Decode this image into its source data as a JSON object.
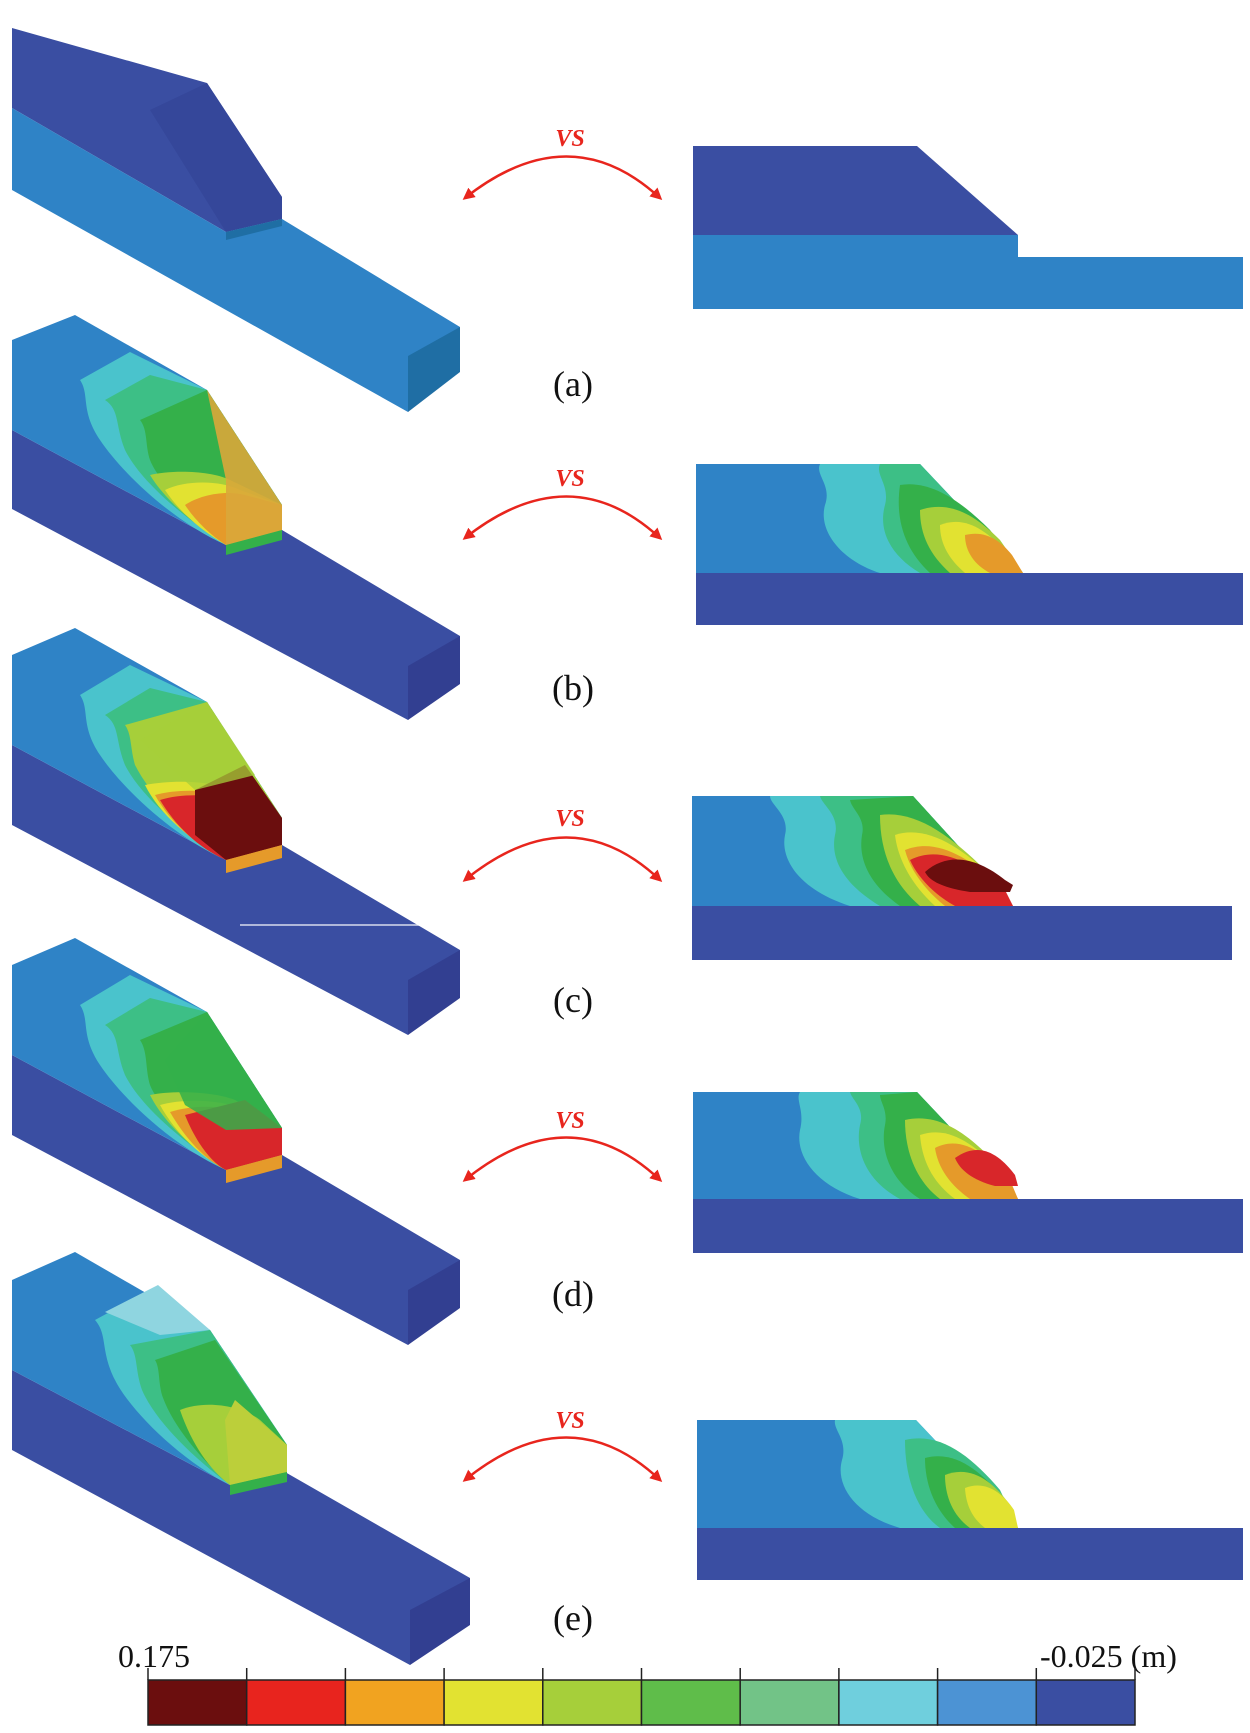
{
  "comparison_label": "VS",
  "panels": [
    {
      "label": "(a)"
    },
    {
      "label": "(b)"
    },
    {
      "label": "(c)"
    },
    {
      "label": "(d)"
    },
    {
      "label": "(e)"
    }
  ],
  "legend": {
    "max_label": "0.175",
    "min_label": "-0.025",
    "unit": "(m)",
    "colors": [
      "#6b0e0e",
      "#e8241e",
      "#f1a320",
      "#e2e231",
      "#a6cf3a",
      "#5fbd4a",
      "#72c387",
      "#6fcfdd",
      "#4c93d4",
      "#3a4ea2"
    ]
  },
  "colors": {
    "deep_blue": "#3a4ea2",
    "mid_blue": "#2f83c6",
    "dark_teal": "#1f6ea4",
    "cyan": "#4ac3cc",
    "light_cyan": "#8fd5e0",
    "teal_green": "#3dbf86",
    "green": "#34b04a",
    "yellow_green": "#a6cf3a",
    "yellow": "#e2e231",
    "orange": "#e59a2a",
    "red": "#d8262a",
    "dark_red": "#6b0e0e",
    "arrow_red": "#e8251d"
  }
}
